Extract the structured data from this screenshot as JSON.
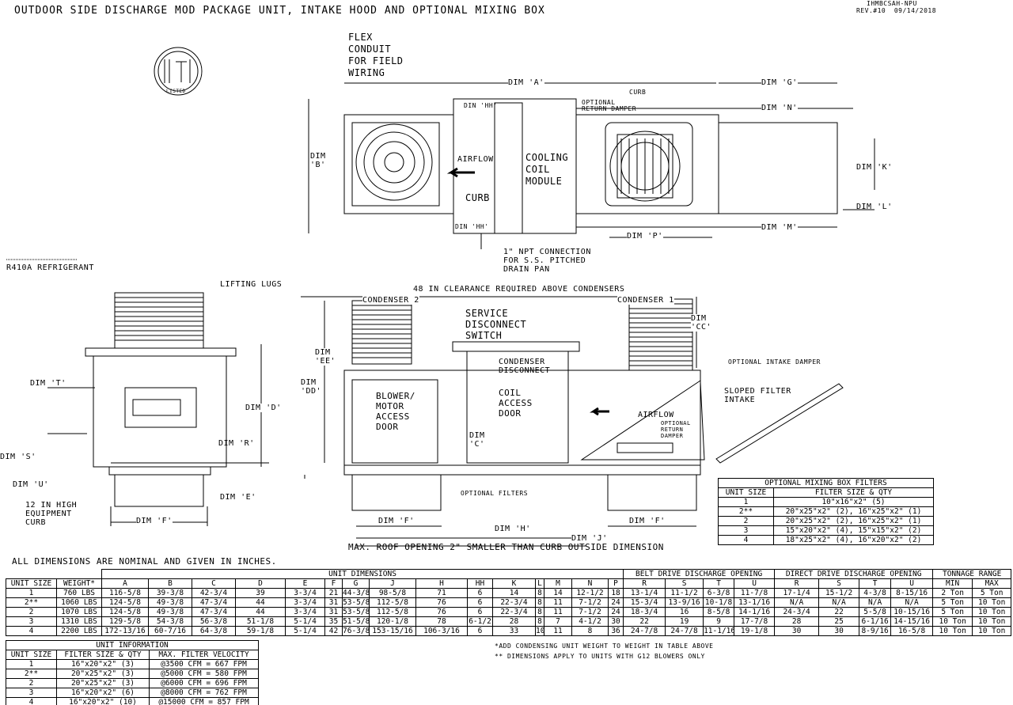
{
  "title": "OUTDOOR SIDE DISCHARGE MOD PACKAGE UNIT, INTAKE HOOD AND OPTIONAL MIXING BOX",
  "doc_id": "IHMBCSAH-NPU",
  "revision": "REV.#10  09/14/2018",
  "logo_text": "LISTED",
  "refrigerant": "R410A REFRIGERANT",
  "top_view": {
    "flex_conduit": "FLEX\nCONDUIT\nFOR FIELD\nWIRING",
    "dim_a": "DIM 'A'",
    "dim_g": "DIM 'G'",
    "dim_n": "DIM 'N'",
    "curb_top": "CURB",
    "return_damper": "OPTIONAL\nRETURN DAMPER",
    "dim_hh_top": "DIN 'HH'",
    "dim_hh_bottom": "DIN 'HH'",
    "airflow": "AIRFLOW",
    "cooling_coil": "COOLING\nCOIL\nMODULE",
    "curb_side": "CURB",
    "dim_b": "DIM\n'B'",
    "dim_k": "DIM 'K'",
    "dim_l": "DIM 'L'",
    "dim_m": "DIM 'M'",
    "dim_p": "DIM 'P'",
    "npt": "1\" NPT CONNECTION\nFOR S.S. PITCHED\nDRAIN PAN"
  },
  "side_view": {
    "lifting_lugs": "LIFTING LUGS",
    "dim_t": "DIM 'T'",
    "dim_d": "DIM 'D'",
    "dim_r": "DIM 'R'",
    "dim_s": "DIM 'S'",
    "dim_u": "DIM 'U'",
    "dim_e": "DIM 'E'",
    "curb": "12 IN HIGH\nEQUIPMENT\nCURB",
    "dim_f": "DIM 'F'"
  },
  "front_view": {
    "clearance": "48 IN CLEARANCE REQUIRED ABOVE CONDENSERS",
    "condenser2": "CONDENSER 2",
    "condenser1": "CONDENSER 1",
    "service_switch": "SERVICE\nDISCONNECT\nSWITCH",
    "dim_cc": "DIM\n'CC'",
    "dim_ee": "DIM\n'EE'",
    "dim_dd": "DIM\n'DD'",
    "intake_damper": "OPTIONAL INTAKE DAMPER",
    "condenser_disconnect": "CONDENSER\nDISCONNECT",
    "coil_door": "COIL\nACCESS\nDOOR",
    "blower_door": "BLOWER/\nMOTOR\nACCESS\nDOOR",
    "sloped_filter": "SLOPED FILTER\nINTAKE",
    "airflow": "AIRFLOW",
    "return_damper": "OPTIONAL\nRETURN\nDAMPER",
    "dim_c": "DIM\n'C'",
    "optional_filters": "OPTIONAL FILTERS",
    "dim_f1": "DIM 'F'",
    "dim_f2": "DIM 'F'",
    "dim_h": "DIM 'H'",
    "dim_j": "DIM 'J'",
    "roof_opening": "MAX. ROOF OPENING 2\" SMALLER THAN CURB OUTSIDE DIMENSION"
  },
  "nominal_note": "ALL DIMENSIONS ARE NOMINAL AND GIVEN IN INCHES.",
  "notes": [
    "*ADD CONDENSING UNIT WEIGHT TO WEIGHT IN TABLE ABOVE",
    "** DIMENSIONS APPLY TO UNITS WITH G12 BLOWERS ONLY"
  ],
  "dimensions_table": {
    "groups": [
      "UNIT DIMENSIONS",
      "BELT DRIVE DISCHARGE OPENING",
      "DIRECT DRIVE DISCHARGE OPENING",
      "TONNAGE RANGE"
    ],
    "headers": [
      "UNIT SIZE",
      "WEIGHT*",
      "A",
      "B",
      "C",
      "D",
      "E",
      "F",
      "G",
      "J",
      "H",
      "HH",
      "K",
      "L",
      "M",
      "N",
      "P",
      "R",
      "S",
      "T",
      "U",
      "R",
      "S",
      "T",
      "U",
      "MIN",
      "MAX"
    ],
    "rows": [
      [
        "1",
        "760 LBS",
        "116-5/8",
        "39-3/8",
        "42-3/4",
        "39",
        "3-3/4",
        "21",
        "44-3/8",
        "98-5/8",
        "71",
        "6",
        "14",
        "8",
        "14",
        "12-1/2",
        "18",
        "13-1/4",
        "11-1/2",
        "6-3/8",
        "11-7/8",
        "17-1/4",
        "15-1/2",
        "4-3/8",
        "8-15/16",
        "2 Ton",
        "5 Ton"
      ],
      [
        "2**",
        "1060 LBS",
        "124-5/8",
        "49-3/8",
        "47-3/4",
        "44",
        "3-3/4",
        "31",
        "53-5/8",
        "112-5/8",
        "76",
        "6",
        "22-3/4",
        "8",
        "11",
        "7-1/2",
        "24",
        "15-3/4",
        "13-9/16",
        "10-1/8",
        "13-1/16",
        "N/A",
        "N/A",
        "N/A",
        "N/A",
        "5 Ton",
        "10 Ton"
      ],
      [
        "2",
        "1070 LBS",
        "124-5/8",
        "49-3/8",
        "47-3/4",
        "44",
        "3-3/4",
        "31",
        "53-5/8",
        "112-5/8",
        "76",
        "6",
        "22-3/4",
        "8",
        "11",
        "7-1/2",
        "24",
        "18-3/4",
        "16",
        "8-5/8",
        "14-1/16",
        "24-3/4",
        "22",
        "5-5/8",
        "10-15/16",
        "5 Ton",
        "10 Ton"
      ],
      [
        "3",
        "1310 LBS",
        "129-5/8",
        "54-3/8",
        "56-3/8",
        "51-1/8",
        "5-1/4",
        "35",
        "51-5/8",
        "120-1/8",
        "78",
        "6-1/2",
        "28",
        "8",
        "7",
        "4-1/2",
        "30",
        "22",
        "19",
        "9",
        "17-7/8",
        "28",
        "25",
        "6-1/16",
        "14-15/16",
        "10 Ton",
        "10 Ton"
      ],
      [
        "4",
        "2200 LBS",
        "172-13/16",
        "60-7/16",
        "64-3/8",
        "59-1/8",
        "5-1/4",
        "42",
        "76-3/8",
        "153-15/16",
        "106-3/16",
        "6",
        "33",
        "10",
        "11",
        "8",
        "36",
        "24-7/8",
        "24-7/8",
        "11-1/16",
        "19-1/8",
        "30",
        "30",
        "8-9/16",
        "16-5/8",
        "10 Ton",
        "10 Ton"
      ]
    ]
  },
  "unit_info_table": {
    "title": "UNIT INFORMATION",
    "headers": [
      "UNIT SIZE",
      "FILTER SIZE & QTY",
      "MAX. FILTER VELOCITY"
    ],
    "rows": [
      [
        "1",
        "16\"x20\"x2\" (3)",
        "@3500 CFM = 667 FPM"
      ],
      [
        "2**",
        "20\"x25\"x2\" (3)",
        "@5000 CFM = 580 FPM"
      ],
      [
        "2",
        "20\"x25\"x2\" (3)",
        "@6000 CFM = 696 FPM"
      ],
      [
        "3",
        "16\"x20\"x2\" (6)",
        "@8000 CFM = 762 FPM"
      ],
      [
        "4",
        "16\"x20\"x2\" (10)",
        "@15000 CFM = 857 FPM"
      ]
    ]
  },
  "mixing_box_table": {
    "title": "OPTIONAL MIXING BOX FILTERS",
    "headers": [
      "UNIT SIZE",
      "FILTER SIZE & QTY"
    ],
    "rows": [
      [
        "1",
        "10\"x16\"x2\" (5)"
      ],
      [
        "2**",
        "20\"x25\"x2\" (2), 16\"x25\"x2\" (1)"
      ],
      [
        "2",
        "20\"x25\"x2\" (2), 16\"x25\"x2\" (1)"
      ],
      [
        "3",
        "15\"x20\"x2\" (4), 15\"x15\"x2\" (2)"
      ],
      [
        "4",
        "18\"x25\"x2\" (4), 16\"x20\"x2\" (2)"
      ]
    ]
  }
}
